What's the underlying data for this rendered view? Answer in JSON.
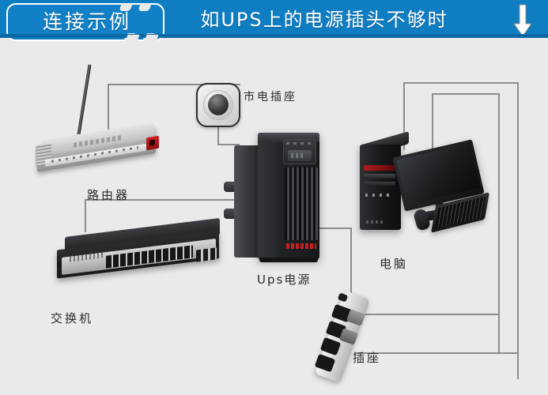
{
  "header": {
    "badge_label": "连接示例",
    "title": "如UPS上的电源插头不够时",
    "arrow_icon": "arrow-down-icon",
    "accent_color": "#0f7dc2",
    "badge_border_color": "#ffffff",
    "title_color": "#ffffff"
  },
  "canvas": {
    "background_color": "#e9e9e9",
    "cable_color": "#8b8d8f"
  },
  "devices": [
    {
      "id": "router",
      "label": "路由器",
      "icon": "router-icon"
    },
    {
      "id": "wall-socket",
      "label": "市电插座",
      "icon": "wall-socket-icon"
    },
    {
      "id": "ups",
      "label": "Ups电源",
      "icon": "ups-icon"
    },
    {
      "id": "computer",
      "label": "电脑",
      "icon": "desktop-computer-icon"
    },
    {
      "id": "switch",
      "label": "交换机",
      "icon": "network-switch-icon"
    },
    {
      "id": "power-strip",
      "label": "插座",
      "icon": "power-strip-icon"
    }
  ]
}
